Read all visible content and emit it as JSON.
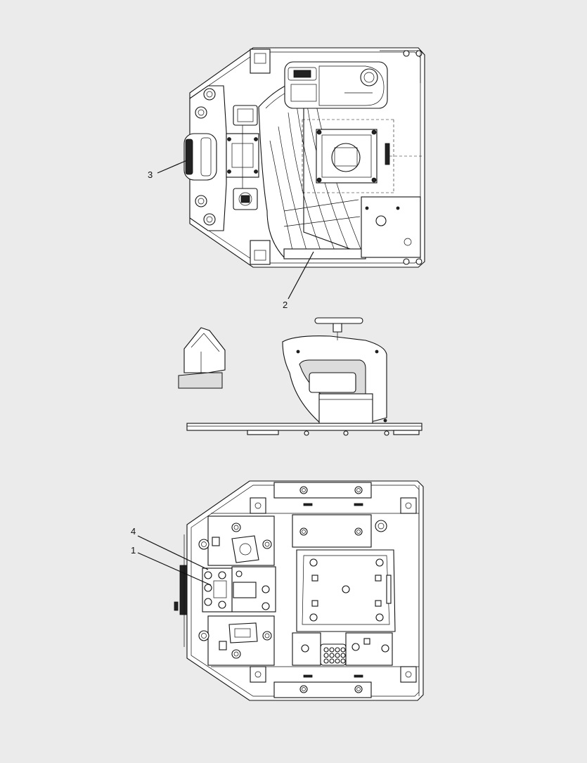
{
  "callouts": [
    {
      "id": "callout-1",
      "label": "1"
    },
    {
      "id": "callout-2",
      "label": "2"
    },
    {
      "id": "callout-3",
      "label": "3"
    },
    {
      "id": "callout-4",
      "label": "4"
    }
  ],
  "colors": {
    "background": "#ebebeb",
    "line": "#111111",
    "part_fill": "#ffffff",
    "shade_fill": "#dcdcdc"
  }
}
